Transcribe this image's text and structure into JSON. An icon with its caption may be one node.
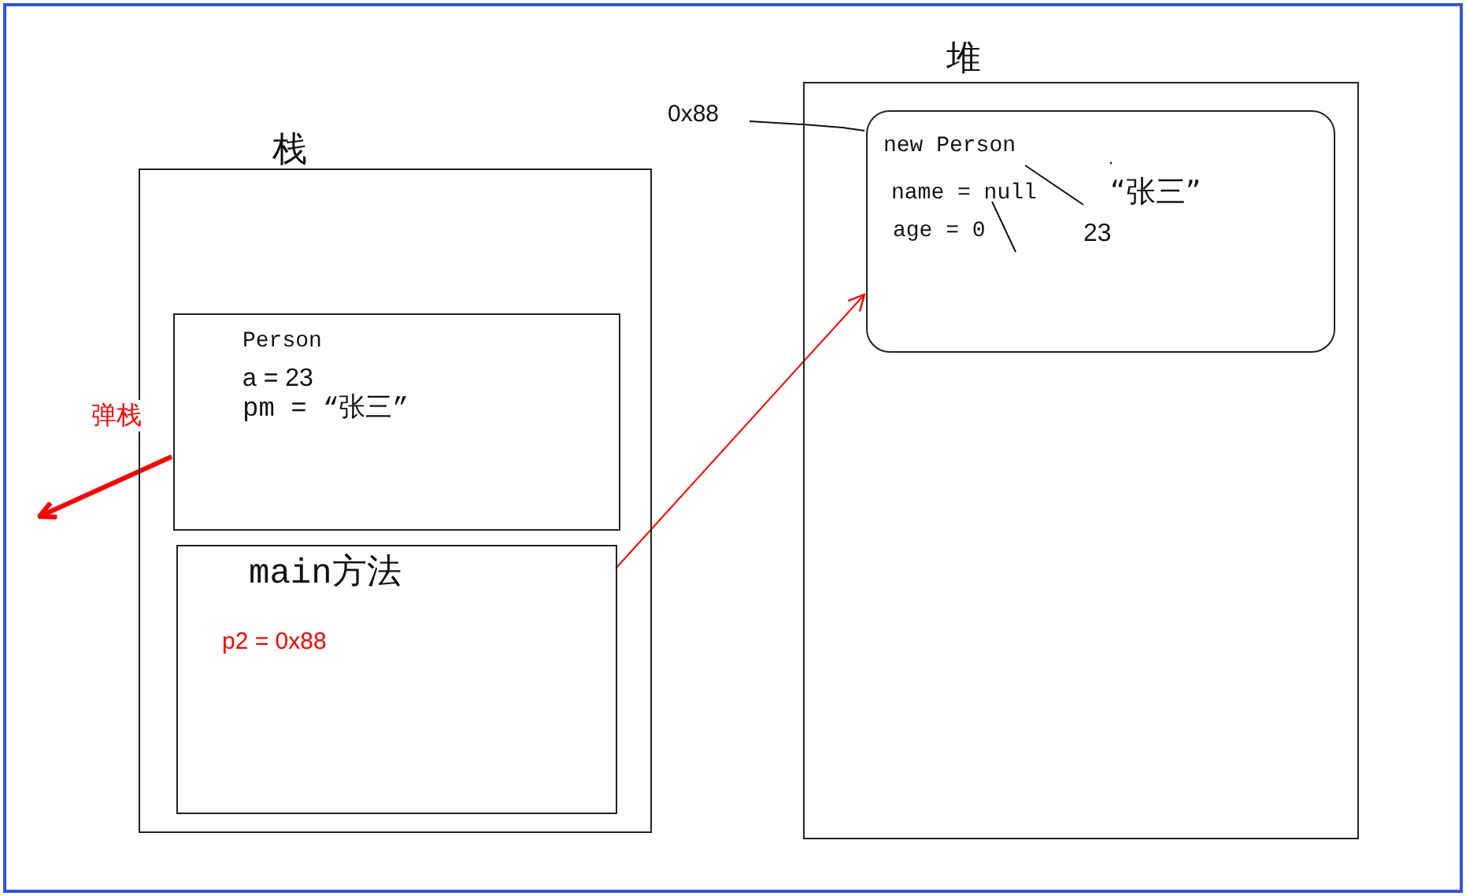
{
  "diagram": {
    "nodes": [
      {
        "text": [
          "栈"
        ]
      },
      {
        "text": [
          "Person",
          "a = 23",
          "pm = “张三”"
        ],
        "in": 0
      },
      {
        "text": [
          "main方法",
          "p2 = 0x88"
        ],
        "in": 0
      },
      {
        "text": [
          "堆"
        ]
      },
      {
        "text": [
          "new Person",
          "name = null",
          "“张三”",
          "age = 0",
          "23"
        ],
        "in": 3
      },
      {
        "text": [
          "0x88"
        ]
      }
    ],
    "edges": [
      {
        "from": 5,
        "to": 4,
        "arrow": "none",
        "color": "#111111"
      },
      {
        "from": 2,
        "to": 4,
        "arrow": "to",
        "color": "#ff0000"
      },
      {
        "from": 1,
        "to": null,
        "arrow": "to",
        "label": "弹栈",
        "style": "thick",
        "color": "#ff0000"
      }
    ]
  }
}
